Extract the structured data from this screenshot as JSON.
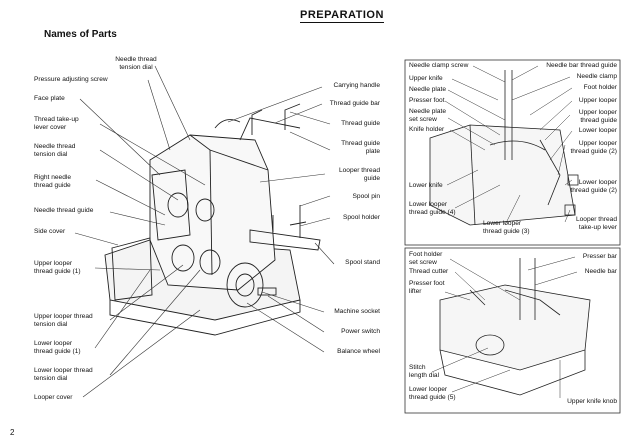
{
  "header": {
    "title": "PREPARATION"
  },
  "section": {
    "title": "Names of Parts"
  },
  "page_number": "2",
  "main_labels": {
    "needle_thread_tension_dial_top": "Needle thread\ntension dial",
    "pressure_adjusting_screw": "Pressure adjusting screw",
    "face_plate": "Face plate",
    "thread_take_up_lever_cover": "Thread take-up\nlever cover",
    "needle_thread_tension_dial": "Needle thread\ntension dial",
    "right_needle_thread_guide": "Right needle\nthread guide",
    "needle_thread_guide": "Needle thread guide",
    "side_cover": "Side cover",
    "upper_looper_thread_guide_1": "Upper looper\nthread guide (1)",
    "upper_looper_thread_tension_dial": "Upper looper thread\ntension dial",
    "lower_looper_thread_guide_1": "Lower looper\nthread guide (1)",
    "lower_looper_thread_tension_dial": "Lower looper thread\ntension dial",
    "looper_cover": "Looper cover",
    "carrying_handle": "Carrying handle",
    "thread_guide_bar": "Thread guide bar",
    "thread_guide": "Thread guide",
    "thread_guide_plate": "Thread guide\nplate",
    "looper_thread_guide": "Looper thread\nguide",
    "spool_pin": "Spool pin",
    "spool_holder": "Spool holder",
    "spool_stand": "Spool stand",
    "machine_socket": "Machine socket",
    "power_switch": "Power switch",
    "balance_wheel": "Balance wheel"
  },
  "top_right_labels": {
    "needle_clamp_screw": "Needle clamp screw",
    "upper_knife": "Upper knife",
    "needle_plate": "Needle plate",
    "presser_foot": "Presser foot",
    "needle_plate_set_screw": "Needle plate\nset screw",
    "knife_holder": "Knife holder",
    "lower_knife": "Lower knife",
    "lower_looper_thread_guide_4": "Lower looper\nthread guide (4)",
    "lower_looper_thread_guide_3": "Lower looper\nthread guide (3)",
    "needle_bar_thread_guide": "Needle bar thread guide",
    "needle_clamp": "Needle clamp",
    "foot_holder": "Foot holder",
    "upper_looper": "Upper looper",
    "upper_looper_thread_guide": "Upper looper\nthread guide",
    "lower_looper": "Lower looper",
    "upper_looper_thread_guide_2": "Upper looper\nthread guide (2)",
    "lower_looper_thread_guide_2": "Lower looper\nthread guide (2)",
    "looper_thread_take_up_lever": "Looper thread\ntake-up lever"
  },
  "bottom_right_labels": {
    "foot_holder_set_screw": "Foot holder\nset screw",
    "thread_cutter": "Thread cutter",
    "presser_foot_lifter": "Presser foot\nlifter",
    "stitch_length_dial": "Stitch\nlength dial",
    "lower_looper_thread_guide_5": "Lower looper\nthread guide (5)",
    "presser_bar": "Presser bar",
    "needle_bar": "Needle bar",
    "upper_knife_knob": "Upper knife knob"
  }
}
